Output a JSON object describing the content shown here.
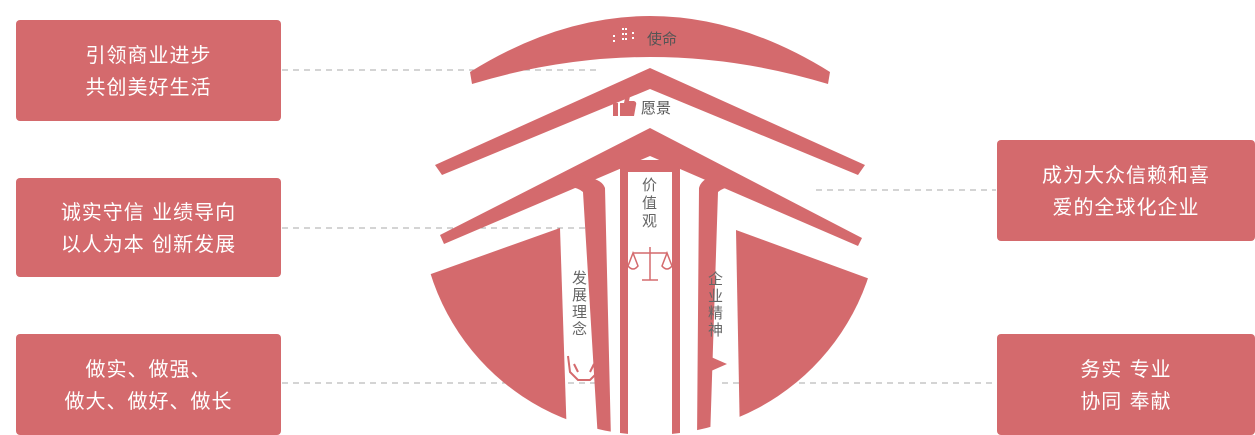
{
  "colors": {
    "accent": "#d46a6d",
    "box_text": "#ffffff",
    "label_text": "#555555",
    "connector": "#aaaaaa"
  },
  "emblem": {
    "mission_label": "使命",
    "vision_label": "愿景",
    "values_label": [
      "价",
      "值",
      "观"
    ],
    "concept_label": [
      "发",
      "展",
      "理",
      "念"
    ],
    "spirit_label": [
      "企",
      "业",
      "精",
      "神"
    ],
    "icons": [
      "building-icon",
      "thumbs-up-icon",
      "scales-icon",
      "hands-icon",
      "flag-icon"
    ]
  },
  "boxes": {
    "mission": {
      "line1": "引领商业进步",
      "line2": "共创美好生活"
    },
    "values": {
      "line1": "诚实守信 业绩导向",
      "line2": "以人为本 创新发展"
    },
    "concept": {
      "line1": "做实、做强、",
      "line2": "做大、做好、做长"
    },
    "vision": {
      "line1": "成为大众信赖和喜",
      "line2": "爱的全球化企业"
    },
    "spirit": {
      "line1": "务实 专业",
      "line2": "协同 奉献"
    }
  }
}
